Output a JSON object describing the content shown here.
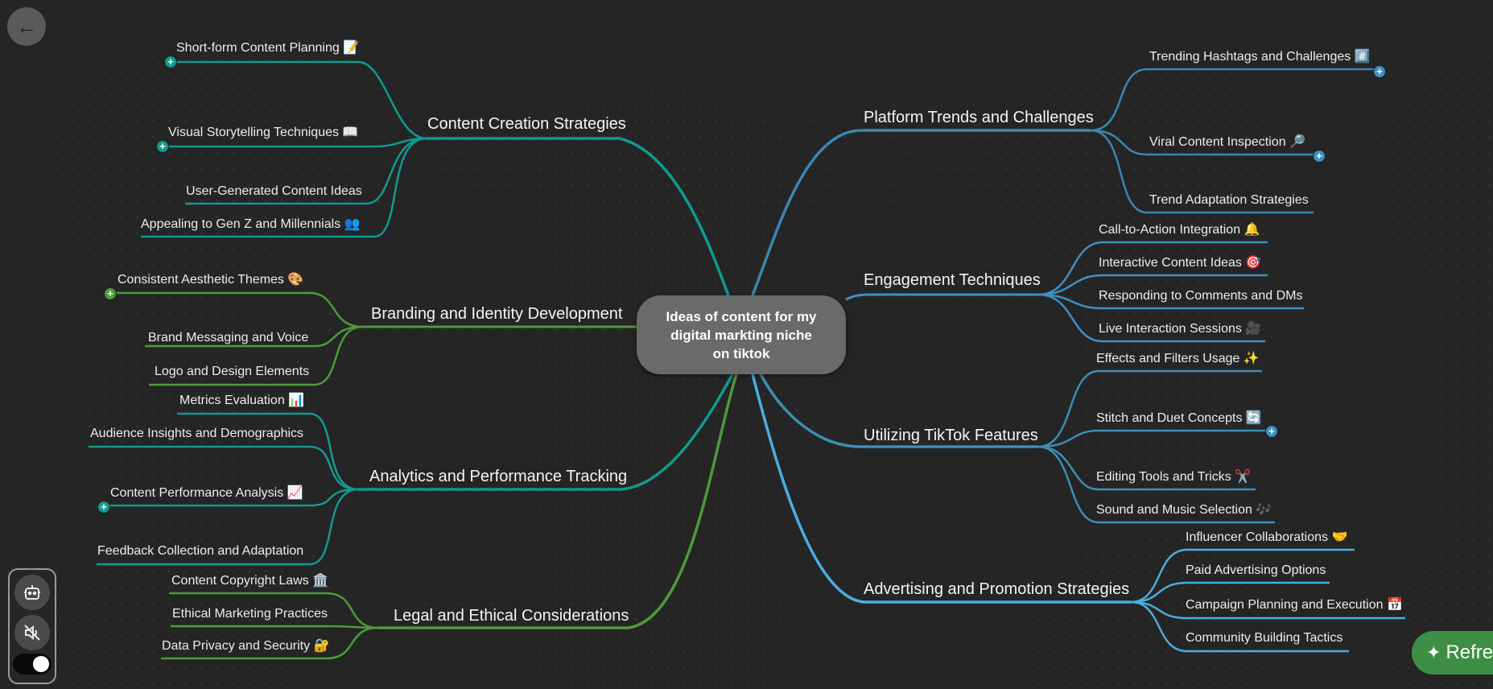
{
  "root": {
    "line1": "Ideas of content for my",
    "line2": "digital markting niche",
    "line3": "on tiktok"
  },
  "left": {
    "content_creation": {
      "title": "Content Creation Strategies",
      "children": [
        "Short-form Content Planning 📝",
        "Visual Storytelling Techniques 📖",
        "User-Generated Content Ideas",
        "Appealing to Gen Z and Millennials 👥"
      ]
    },
    "branding": {
      "title": "Branding and Identity Development",
      "children": [
        "Consistent Aesthetic Themes 🎨",
        "Brand Messaging and Voice",
        "Logo and Design Elements"
      ]
    },
    "analytics": {
      "title": "Analytics and Performance Tracking",
      "children": [
        "Metrics Evaluation 📊",
        "Audience Insights and Demographics",
        "Content Performance Analysis 📈",
        "Feedback Collection and Adaptation"
      ]
    },
    "legal": {
      "title": "Legal and Ethical Considerations",
      "children": [
        "Content Copyright Laws 🏛️",
        "Ethical Marketing Practices",
        "Data Privacy and Security 🔐"
      ]
    }
  },
  "right": {
    "platform_trends": {
      "title": "Platform Trends and Challenges",
      "children": [
        "Trending Hashtags and Challenges #️⃣",
        "Viral Content Inspection 🔎",
        "Trend Adaptation Strategies"
      ]
    },
    "engagement": {
      "title": "Engagement Techniques",
      "children": [
        "Call-to-Action Integration 🔔",
        "Interactive Content Ideas 🎯",
        "Responding to Comments and DMs",
        "Live Interaction Sessions 🎥"
      ]
    },
    "tiktok_features": {
      "title": "Utilizing TikTok Features",
      "children": [
        "Effects and Filters Usage ✨",
        "Stitch and Duet Concepts 🔄",
        "Editing Tools and Tricks ✂️",
        "Sound and Music Selection 🎶"
      ]
    },
    "advertising": {
      "title": "Advertising and Promotion Strategies",
      "children": [
        "Influencer Collaborations 🤝",
        "Paid Advertising Options",
        "Campaign Planning and Execution 📅",
        "Community Building Tactics"
      ]
    }
  },
  "controls": {
    "refresh_label": "Refre",
    "icons": {
      "back": "arrow-left-icon",
      "robot": "robot-icon",
      "mute": "speaker-muted-icon",
      "refresh": "sparkle-icon"
    }
  },
  "colors": {
    "teal": "#0f9b8e",
    "green": "#4d9a3b",
    "blue": "#3f8fc4",
    "root_bg": "#6a6a6a",
    "refresh_bg": "#3f8e45"
  }
}
